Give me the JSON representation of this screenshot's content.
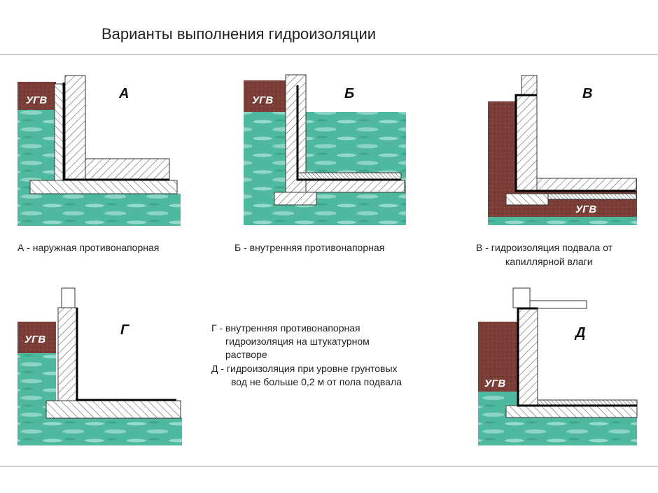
{
  "title": "Варианты выполнения гидроизоляции",
  "colors": {
    "soil": "#7a3e36",
    "water": "#4fb9a0",
    "waterLight": "#a6e2d2",
    "isolation": "#000000"
  },
  "ground_water_label": "УГВ",
  "variants": [
    {
      "letter": "А",
      "caption": [
        "А - наружная противонапорная"
      ]
    },
    {
      "letter": "Б",
      "caption": [
        "Б - внутренняя противонапорная"
      ]
    },
    {
      "letter": "В",
      "caption": [
        "В - гидроизоляция подвала от",
        "капиллярной влаги"
      ]
    },
    {
      "letter": "Г"
    },
    {
      "letter": "Д"
    }
  ],
  "notes": [
    "Г - внутренняя противонапорная",
    "гидроизоляция на штукатурном",
    "растворе",
    "Д - гидроизоляция при уровне грунтовых",
    "вод не больше 0,2 м от пола подвала"
  ]
}
